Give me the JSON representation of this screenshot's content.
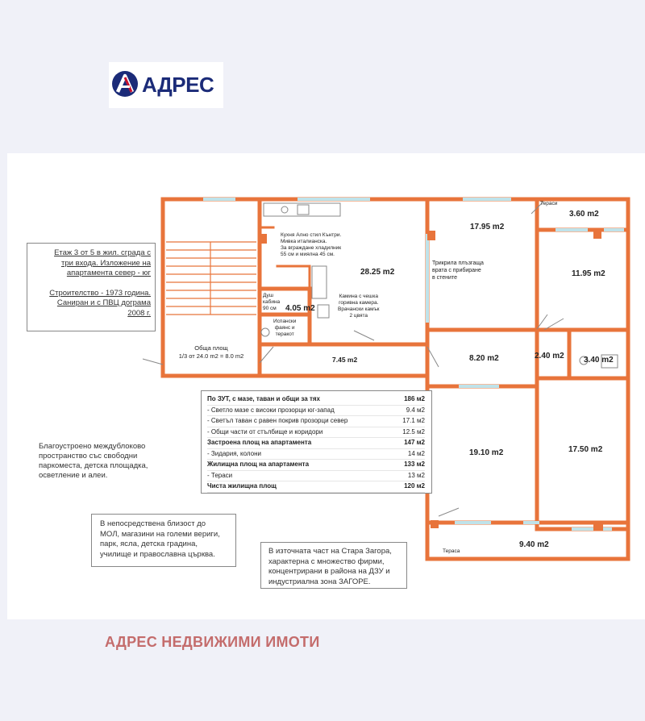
{
  "brand": {
    "logo_text": "АДРЕС",
    "footer": "АДРЕС НЕДВИЖИМИ ИМОТИ",
    "accent": "#e8743b",
    "navy": "#1b2b78",
    "red": "#c8102e"
  },
  "plan": {
    "rooms": {
      "kitchen": "28.25 m2",
      "room_top": "17.95 m2",
      "terrace_small": "3.60 m2",
      "room_right_top": "11.95 m2",
      "bath": "4.05 m2",
      "hall": "7.45 m2",
      "room_mid": "8.20 m2",
      "corridor": "2.40 m2",
      "wc": "3.40 m2",
      "room_bottom_left": "19.10 m2",
      "room_bottom_right": "17.50 m2",
      "terrace_big": "9.40 m2"
    },
    "labels": {
      "terrace_top": "Тераси",
      "terrace_bottom": "Тераса",
      "common_title": "Обща площ",
      "common_value": "1/3 от 24.0 m2 = 8.0 m2",
      "shower_1": "Душ",
      "shower_2": "кабина",
      "shower_3": "90 см",
      "tiles_1": "Испански",
      "tiles_2": "фаянс и",
      "tiles_3": "теракот",
      "kitchen_1": "Кухня Ално стил Кънтри.",
      "kitchen_2": "Мивка италианска.",
      "kitchen_3": "За вграждане хладилник",
      "kitchen_4": "55 см и миялна 45 см.",
      "fireplace_1": "Камина с чешка",
      "fireplace_2": "горивна камера.",
      "fireplace_3": "Врачански камък",
      "fireplace_4": "2 цвята",
      "door_1": "Трикрила плъзгаща",
      "door_2": "врата с прибиране",
      "door_3": "в стените"
    }
  },
  "info": {
    "floor_1": "Етаж 3 от 5 в жил. сграда с",
    "floor_2": "три входа. Изложение на",
    "floor_3": "апартамента север - юг",
    "build_1": "Строителство - 1973 година.",
    "build_2": "Саниран и с ПВЦ дограма",
    "build_3": "2008 г.",
    "area_rows": [
      {
        "label": "По ЗУТ, с мазе, таван и общи за тях",
        "value": "186 м2",
        "bold": true
      },
      {
        "label": "- Светло мазе с високи прозорци юг-запад",
        "value": "9.4 м2",
        "bold": false
      },
      {
        "label": "- Светъл таван с равен покрив прозорци север",
        "value": "17.1 м2",
        "bold": false
      },
      {
        "label": "- Общи части от стълбище и коридори",
        "value": "12.5 м2",
        "bold": false
      },
      {
        "label": "Застроена площ на апартамента",
        "value": "147 м2",
        "bold": true
      },
      {
        "label": "- Зидария, колони",
        "value": "14 м2",
        "bold": false
      },
      {
        "label": "Жилищна площ на апартамента",
        "value": "133 м2",
        "bold": true
      },
      {
        "label": "- Тераси",
        "value": "13 м2",
        "bold": false
      },
      {
        "label": "Чиста жилищна площ",
        "value": "120 м2",
        "bold": true
      }
    ],
    "yard_1": "Благоустроено междублоково",
    "yard_2": "пространство със свободни",
    "yard_3": "паркоместа, детска площадка,",
    "yard_4": "осветление и алеи.",
    "near_1": "В непосредствена близост до",
    "near_2": "МОЛ, магазини на големи вериги,",
    "near_3": "парк, ясла, детска градина,",
    "near_4": "училище и православна църква.",
    "east_1": "В източната част на Стара Загора,",
    "east_2": "характерна с множество фирми,",
    "east_3": "концентрирани в района на ДЗУ и",
    "east_4": "индустриална зона ЗАГОРЕ."
  }
}
